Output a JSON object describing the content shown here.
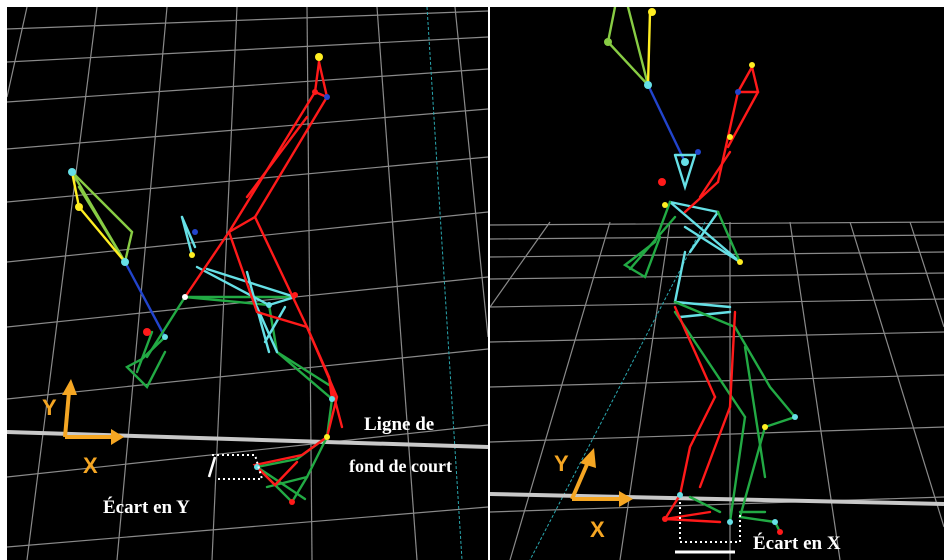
{
  "left_panel": {
    "axis_x_label": "X",
    "axis_y_label": "Y",
    "baseline_label_line1": "Ligne de",
    "baseline_label_line2": "fond de court",
    "gap_label": "Écart en Y"
  },
  "right_panel": {
    "axis_x_label": "X",
    "axis_y_label": "Y",
    "gap_label": "Écart en X"
  },
  "colors": {
    "background": "#000000",
    "grid": "#8a8a8a",
    "baseline": "#c8c8c8",
    "axes": "#f5a623",
    "left_leg": "#ff1a1a",
    "right_leg": "#22aa44",
    "trunk": "#66e0e6",
    "arm": "#88cc44",
    "forearm": "#ffee22",
    "racket_link": "#2244cc"
  }
}
